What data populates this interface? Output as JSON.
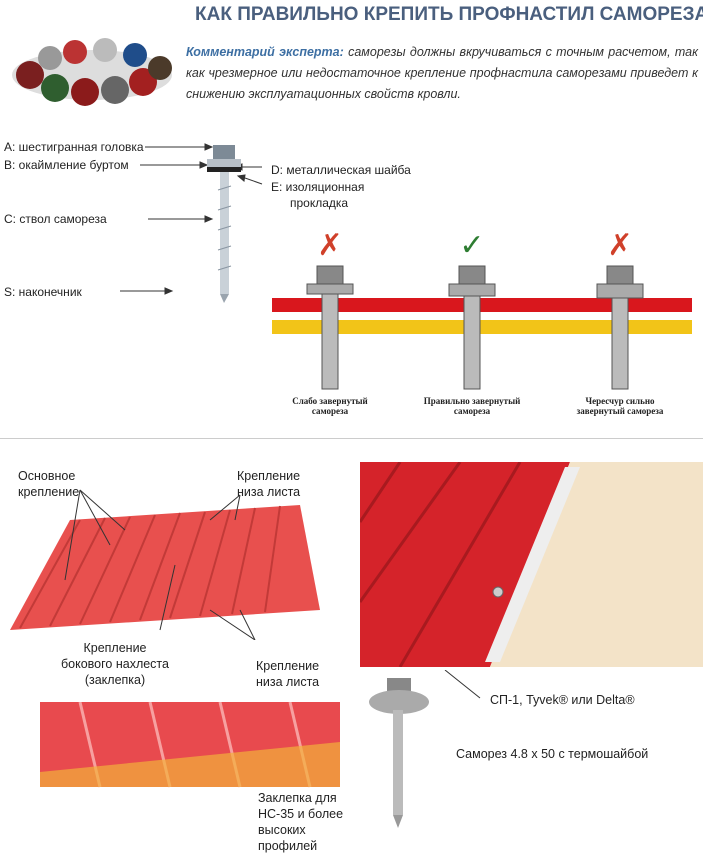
{
  "title": "КАК ПРАВИЛЬНО КРЕПИТЬ ПРОФНАСТИЛ САМОРЕЗАМИ",
  "comment": {
    "label": "Комментарий эксперта:",
    "text": " саморезы должны вкручиваться с точным расчетом, так как чрезмерное или недостаточное крепление профнастила саморезами приведет к снижению эксплуатационных свойств кровли."
  },
  "parts": {
    "a": "A: шестигранная головка",
    "b": "B: окаймление буртом",
    "c": "C: ствол самореза",
    "s": "S: наконечник",
    "d": "D: металлическая шайба",
    "e1": "E: изоляционная",
    "e2": "прокладка"
  },
  "examples": [
    {
      "mark": "✗",
      "caption": "Слабо завернутый самореза",
      "color": "#d0402a"
    },
    {
      "mark": "✓",
      "caption": "Правильно завернутый самореза",
      "color": "#2e7d32"
    },
    {
      "mark": "✗",
      "caption": "Чересчур сильно завернутый самореза",
      "color": "#d0402a"
    }
  ],
  "roof": {
    "main": "Основное крепление",
    "bottom1": "Крепление низа листа",
    "side": "Крепление бокового нахлеста (заклепка)",
    "bottom2": "Крепление низа листа"
  },
  "membrane": "СП-1, Tyvek® или Delta®",
  "screw": "Саморез 4.8 х 50 с термошайбой",
  "rivet": "Заклепка для НС-35 и более высоких профилей"
}
